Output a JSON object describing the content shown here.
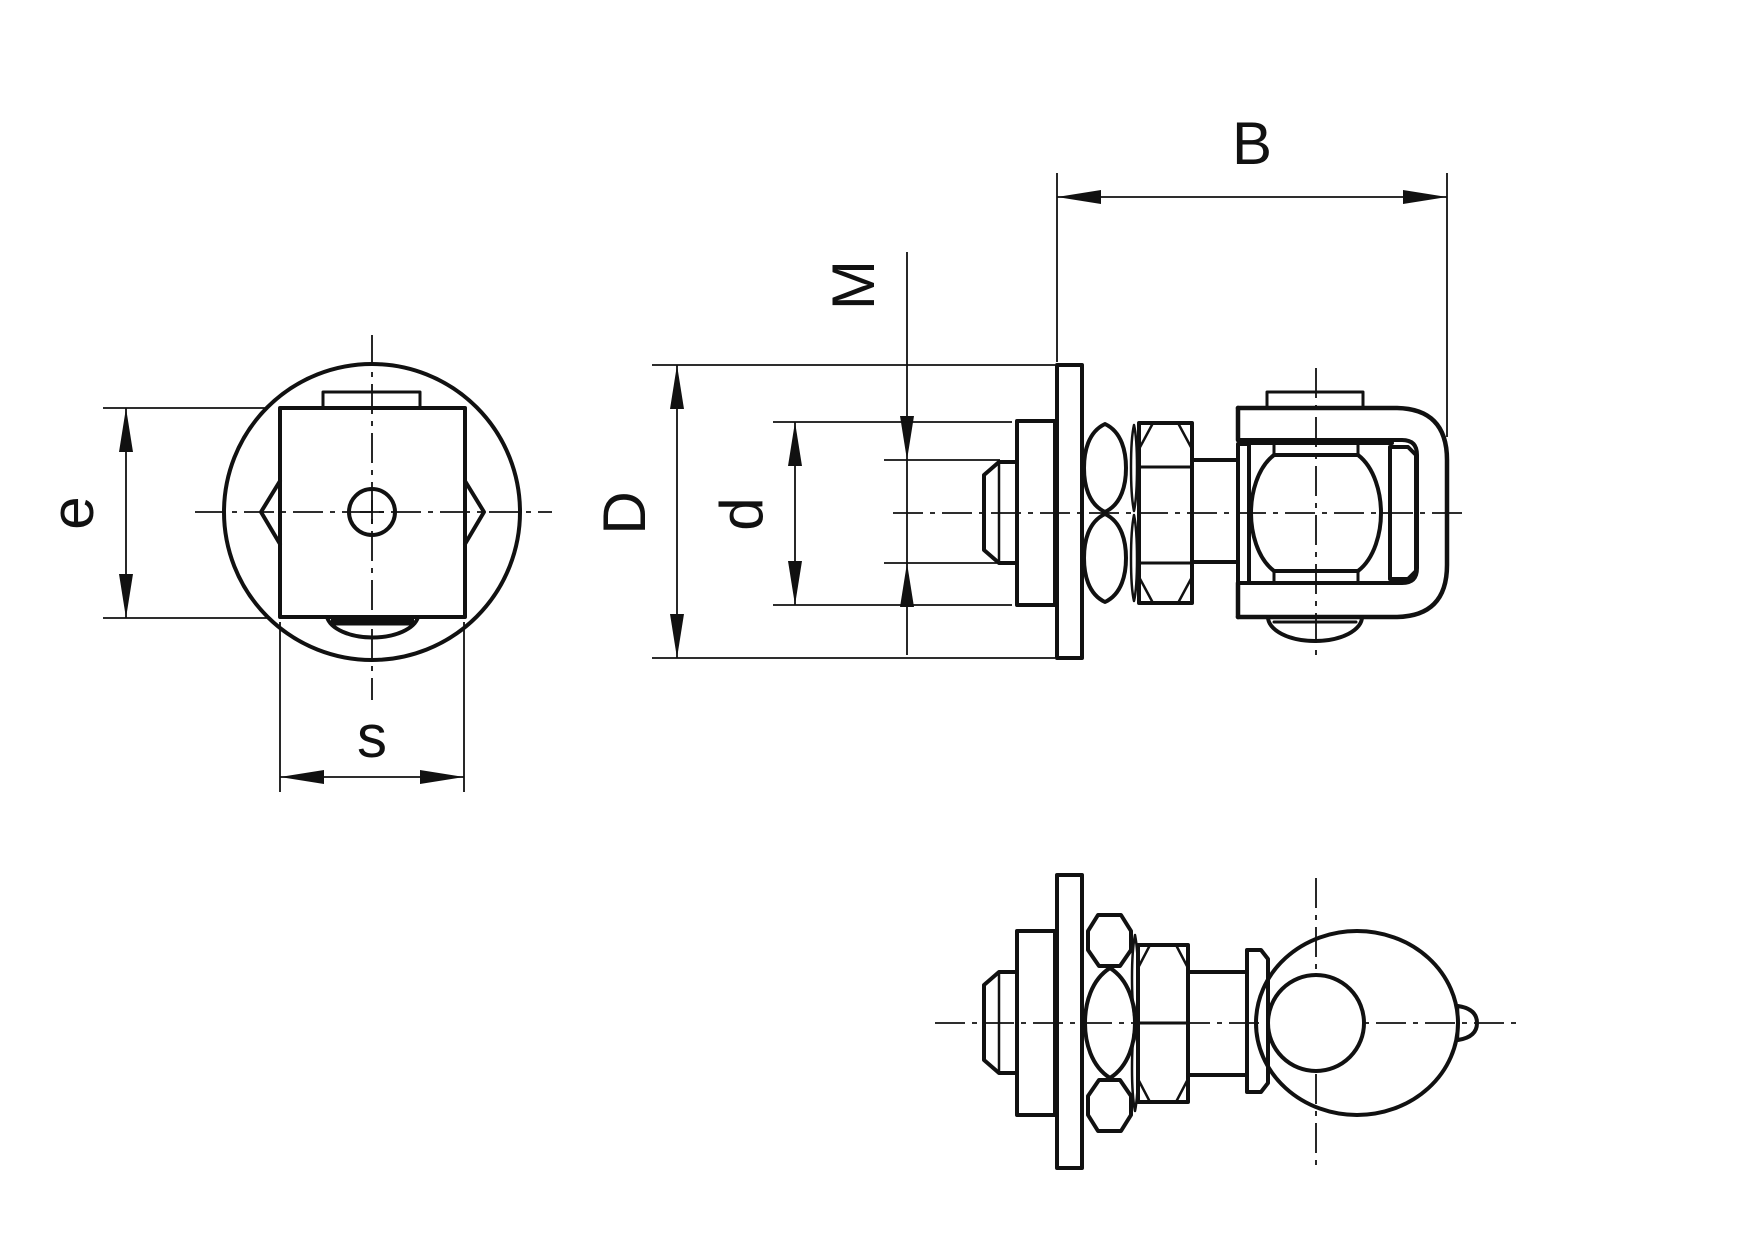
{
  "drawing": {
    "labels": {
      "e": "e",
      "s": "s",
      "B": "B",
      "M": "M",
      "D": "D",
      "d": "d"
    },
    "colors": {
      "line": "#111111",
      "background": "#ffffff"
    }
  }
}
